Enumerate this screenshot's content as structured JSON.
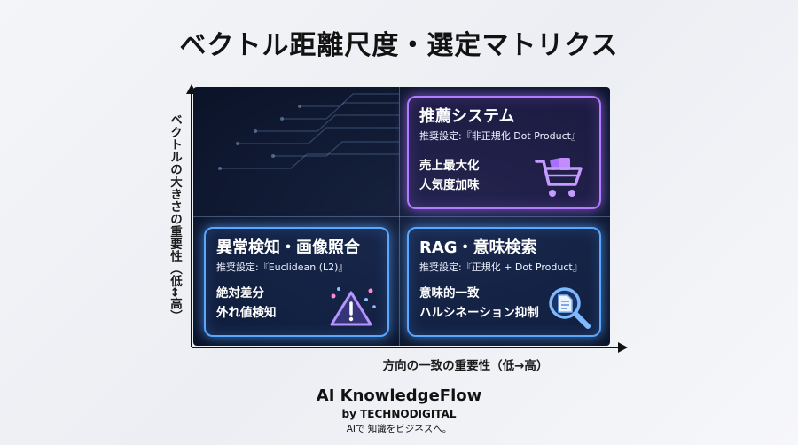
{
  "title": "ベクトル距離尺度・選定マトリクス",
  "axes": {
    "y_label": "ベクトルの大きさの重要性（低↔高）",
    "x_label": "方向の一致の重要性（低→高）"
  },
  "quadrants": {
    "top_right": {
      "title": "推薦システム",
      "recommendation": "推奨設定:『非正規化 Dot Product』",
      "effects": [
        "売上最大化",
        "人気度加味"
      ],
      "icon": "shopping-cart-icon",
      "color": "#b37bff"
    },
    "bottom_left": {
      "title": "異常検知・画像照合",
      "recommendation": "推奨設定:『Euclidean (L2)』",
      "effects": [
        "絶対差分",
        "外れ値検知"
      ],
      "icon": "warning-icon",
      "color": "#5aa7ff"
    },
    "bottom_right": {
      "title": "RAG・意味検索",
      "recommendation": "推奨設定:『正規化 + Dot Product』",
      "effects": [
        "意味的一致",
        "ハルシネーション抑制"
      ],
      "icon": "document-search-icon",
      "color": "#5aa7ff"
    }
  },
  "brand": {
    "name": "AI KnowledgeFlow",
    "by": "by TECHNODIGITAL",
    "tagline": "AIで 知識をビジネスへ。"
  }
}
